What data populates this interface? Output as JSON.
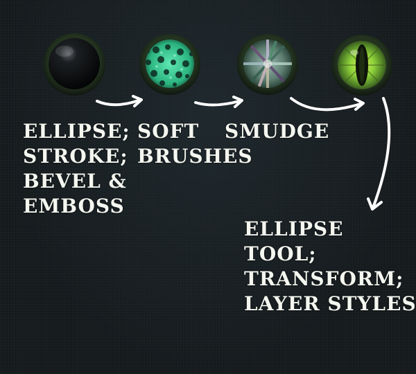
{
  "steps": [
    {
      "name": "plain-ellipse",
      "caption": [
        "ELLIPSE;",
        "STROKE;",
        "BEVEL &",
        "EMBOSS"
      ]
    },
    {
      "name": "textured-ellipse",
      "caption": [
        "SOFT",
        "BRUSHES"
      ]
    },
    {
      "name": "smudged-ellipse",
      "caption": [
        "SMUDGE"
      ]
    },
    {
      "name": "eye-ellipse",
      "caption": [
        "ELLIPSE",
        "TOOL;",
        "TRANSFORM;",
        "LAYER STYLES"
      ]
    }
  ],
  "colors": {
    "background": "#151a1d",
    "ring": "#1e2a20",
    "text": "#f4f6f0",
    "arrow": "#ffffff",
    "accent_green": "#3ed39a",
    "eye_green": "#8fd63a"
  }
}
